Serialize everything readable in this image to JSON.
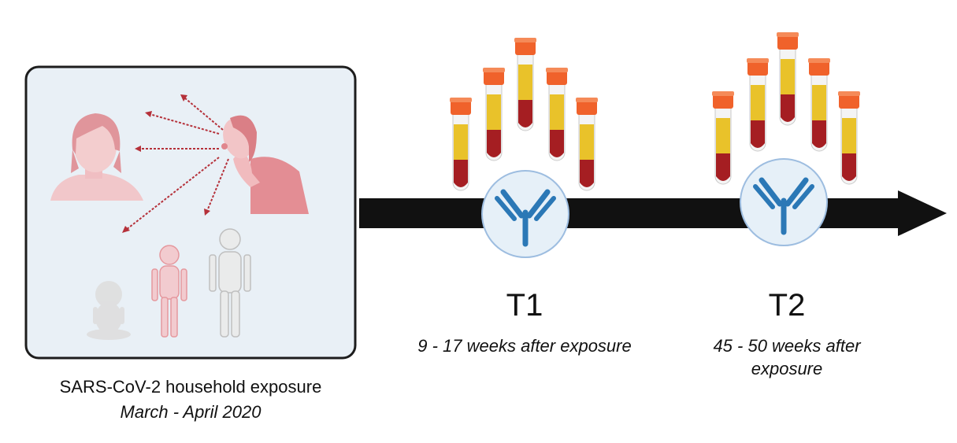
{
  "exposure": {
    "title": "SARS-CoV-2 household exposure",
    "period": "March - April 2020",
    "panel_fill": "#e9f0f6",
    "figure_color": "#e58f95",
    "child_gray": "#cfcfcf",
    "droplet_color": "#b5313a"
  },
  "timeline": {
    "arrow_color": "#111111",
    "tube_cap_color": "#f0622b",
    "plasma_color": "#e9c22a",
    "blood_color": "#a51e22",
    "antibody_color": "#2b78b6",
    "circle_fill": "#e6f0f8",
    "circle_stroke": "#9dbde0",
    "points": [
      {
        "label": "T1",
        "subtitle": "9 - 17 weeks after exposure",
        "tubes": 5
      },
      {
        "label": "T2",
        "subtitle": "45 - 50 weeks after exposure",
        "tubes": 5
      }
    ]
  }
}
